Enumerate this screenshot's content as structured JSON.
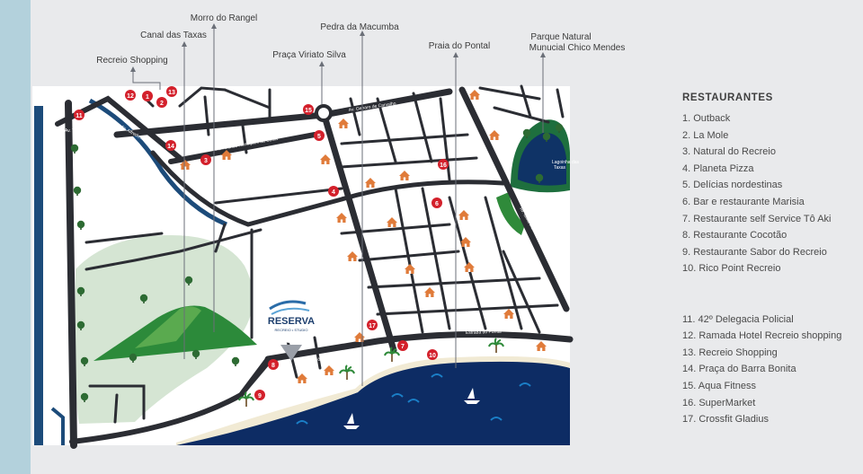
{
  "callouts": [
    "Recreio Shopping",
    "Canal das Taxas",
    "Morro do Rangel",
    "Praça Viriato Silva",
    "Pedra da Macumba",
    "Praia do Pontal",
    "Parque Natural",
    "Munucial Chico Mendes"
  ],
  "streets": [
    "Av. T. Viana",
    "Av. Alfredo...",
    "Av. Genaro de Carvalho",
    "Av. Alfonso Henriques da Costa",
    "Estrada do Pontal",
    "Av. Gilka Machado"
  ],
  "logo": {
    "name": "RESERVA",
    "tagline": "RECREIO • STUDIO"
  },
  "lagoon_label": [
    "Lagoinha das",
    "Taxas"
  ],
  "markers": [
    "1",
    "2",
    "3",
    "4",
    "5",
    "6",
    "7",
    "8",
    "9",
    "10",
    "11",
    "12",
    "13",
    "14",
    "15",
    "16",
    "17"
  ],
  "colors": {
    "marker": "#d3202b",
    "road": "#2b2d33",
    "sea": "#0d2c64",
    "park": "#d5e5d3",
    "hill": "#2c8a3a",
    "house": "#e07b3a"
  },
  "legend": {
    "title": "RESTAURANTES",
    "items": [
      "1. Outback",
      "2. La Mole",
      "3. Natural do Recreio",
      "4. Planeta Pizza",
      "5. Delícias nordestinas",
      "6. Bar e restaurante Marisia",
      "7. Restaurante self Service Tô Aki",
      "8. Restaurante Cocotão",
      "9. Restaurante Sabor do Recreio",
      "10. Rico Point Recreio",
      "11. 42º Delegacia Policial",
      "12. Ramada Hotel Recreio shopping",
      "13. Recreio Shopping",
      "14. Praça do Barra Bonita",
      "15. Aqua Fitness",
      "16. SuperMarket",
      "17. Crossfit Gladius"
    ]
  }
}
